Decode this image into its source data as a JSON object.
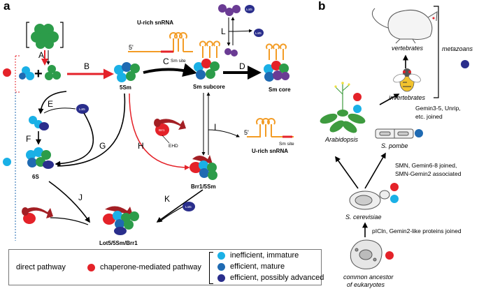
{
  "panel_a": {
    "letter": "a",
    "steps": [
      "A",
      "B",
      "C",
      "D",
      "E",
      "F",
      "G",
      "H",
      "I",
      "J",
      "K",
      "L"
    ],
    "labels": {
      "u_rich_top": "U-rich snRNA",
      "u_rich_right": "U-rich snRNA",
      "five_prime_top": "5'",
      "five_prime_right": "5'",
      "sm_site_top": "Sm site",
      "sm_site_right": "Sm site",
      "five_s_m": "5Sm",
      "sm_subcore": "Sm subcore",
      "sm_core": "Sm core",
      "six_s": "6S",
      "brr1_5sm": "Brr1/5Sm",
      "lot5_complex": "Lot5/5Sm/Brr1",
      "ehd": "EHD",
      "lot5": "Lot5",
      "brr1": "Brr1"
    }
  },
  "panel_b": {
    "letter": "b",
    "vertebrates": "vertebrates",
    "invertebrates": "invertebrates",
    "metazoans": "metazoans",
    "arabidopsis": "Arabidopsis",
    "s_pombe": "S. pombe",
    "s_cerevisiae": "S. cerevisiae",
    "ancestor_line1": "common ancestor",
    "ancestor_line2": "of eukaryotes",
    "note_gemin3": [
      "Gemin3-5, Unrip,",
      "etc.  joined"
    ],
    "note_smn": [
      "SMN, Gemin6-8 joined,",
      "SMN-Gemin2 associated"
    ],
    "note_picln": "pICln, Gemin2-like proteins joined"
  },
  "legend": {
    "direct": "direct pathway",
    "chaperone": "chaperone-mediated pathway",
    "inefficient": "inefficient, immature",
    "efficient": "efficient, mature",
    "advanced": "efficient, possibly advanced"
  },
  "colors": {
    "red": "#e42229",
    "cyan": "#1ab0e6",
    "blue": "#1f6ab2",
    "navy": "#2a2e8c",
    "green": "#2c9c4a",
    "orange": "#f39c25",
    "purple": "#6a3b94",
    "darkred": "#a31f24"
  }
}
